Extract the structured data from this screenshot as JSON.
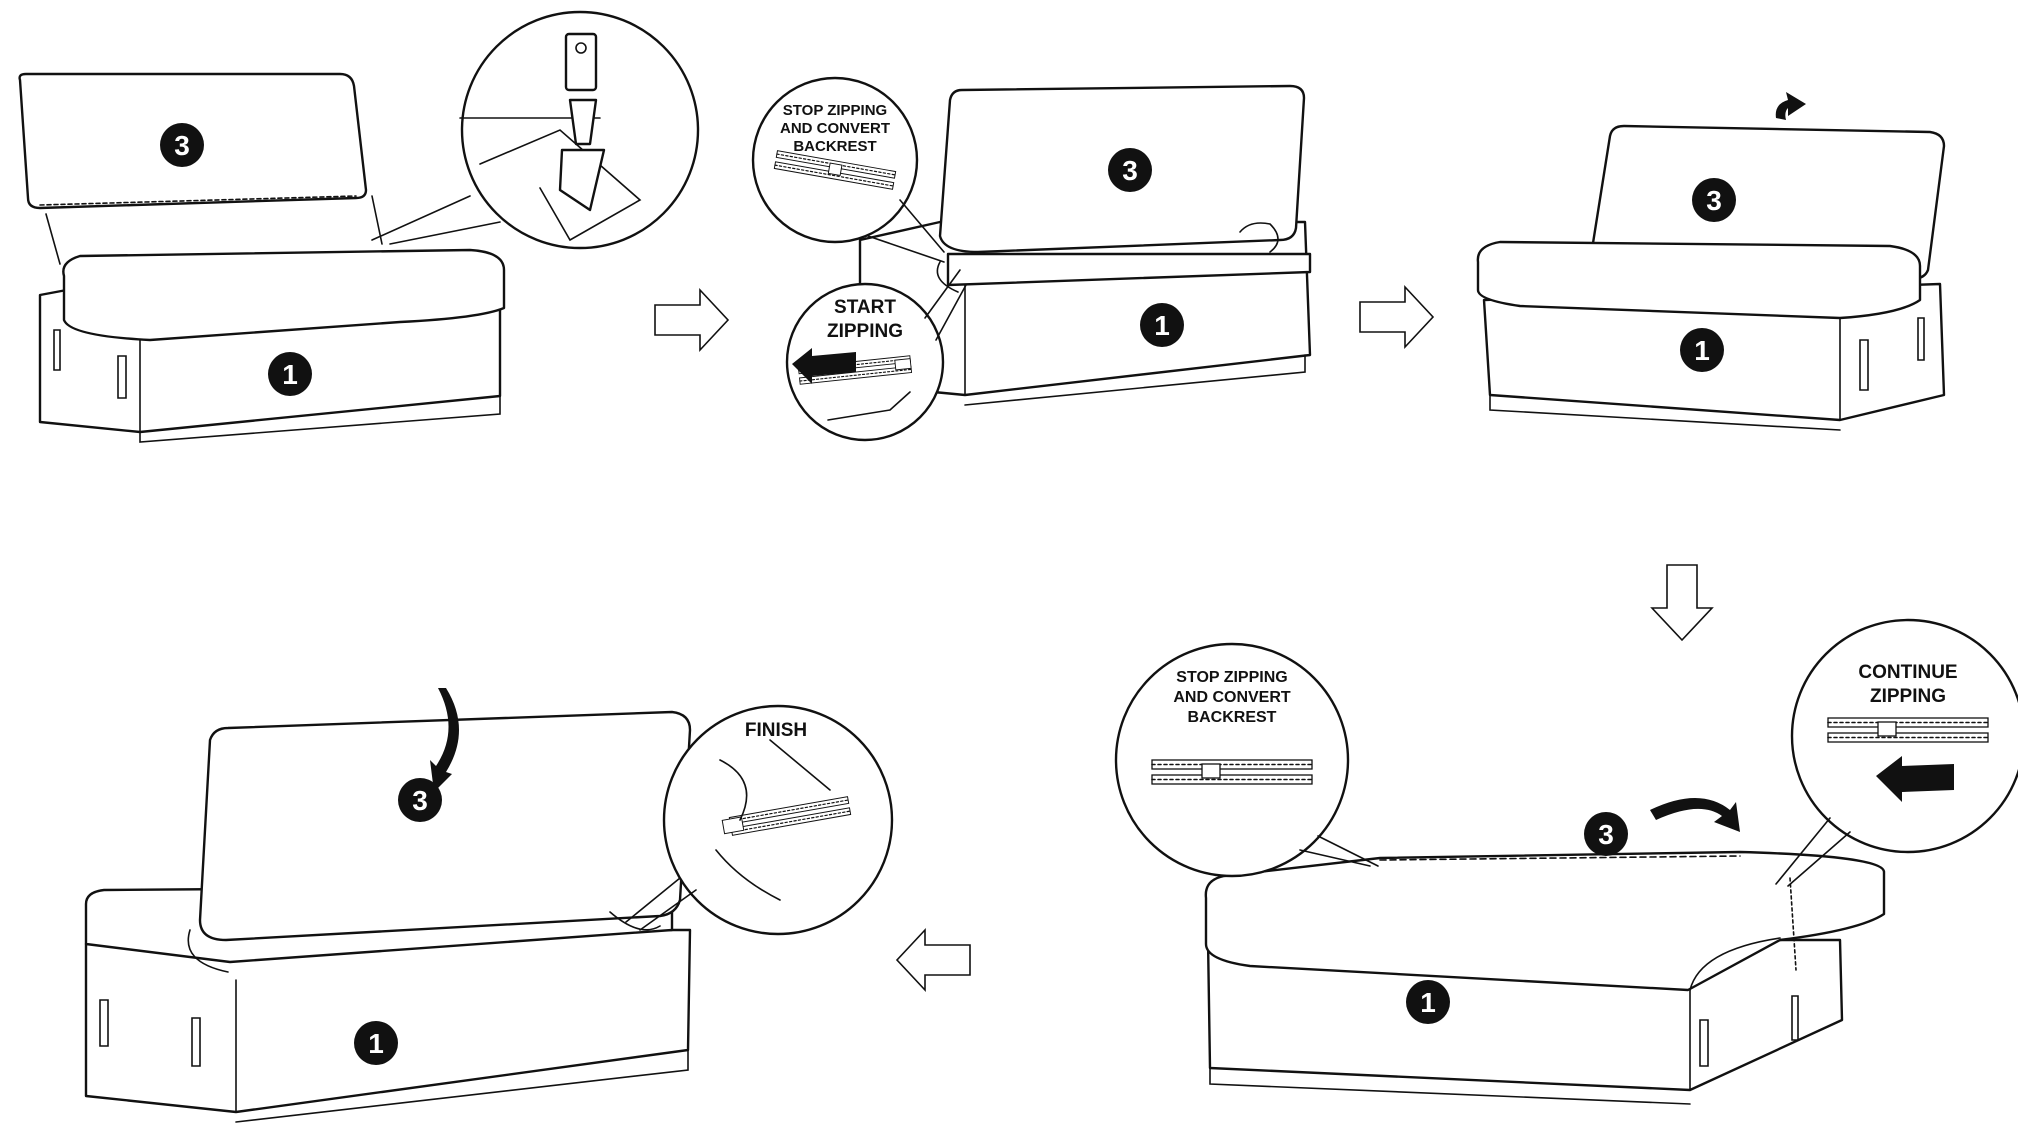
{
  "part_number": "3",
  "base_number": "1",
  "callouts": {
    "step2_stop_line1": "STOP ZIPPING",
    "step2_stop_line2": "AND CONVERT",
    "step2_stop_line3": "BACKREST",
    "step2_start_line1": "START",
    "step2_start_line2": "ZIPPING",
    "step4_stop_line1": "STOP ZIPPING",
    "step4_stop_line2": "AND CONVERT",
    "step4_stop_line3": "BACKREST",
    "step4_continue_line1": "CONTINUE",
    "step4_continue_line2": "ZIPPING",
    "step5_finish": "FINISH"
  },
  "icons": {
    "flow_arrow": "hollow-flow-arrow-icon",
    "rotate_arrow": "rotate-arrow-icon",
    "direction_arrow": "solid-direction-arrow-icon",
    "zipper": "zipper-icon",
    "clip": "clip-detail-icon"
  }
}
